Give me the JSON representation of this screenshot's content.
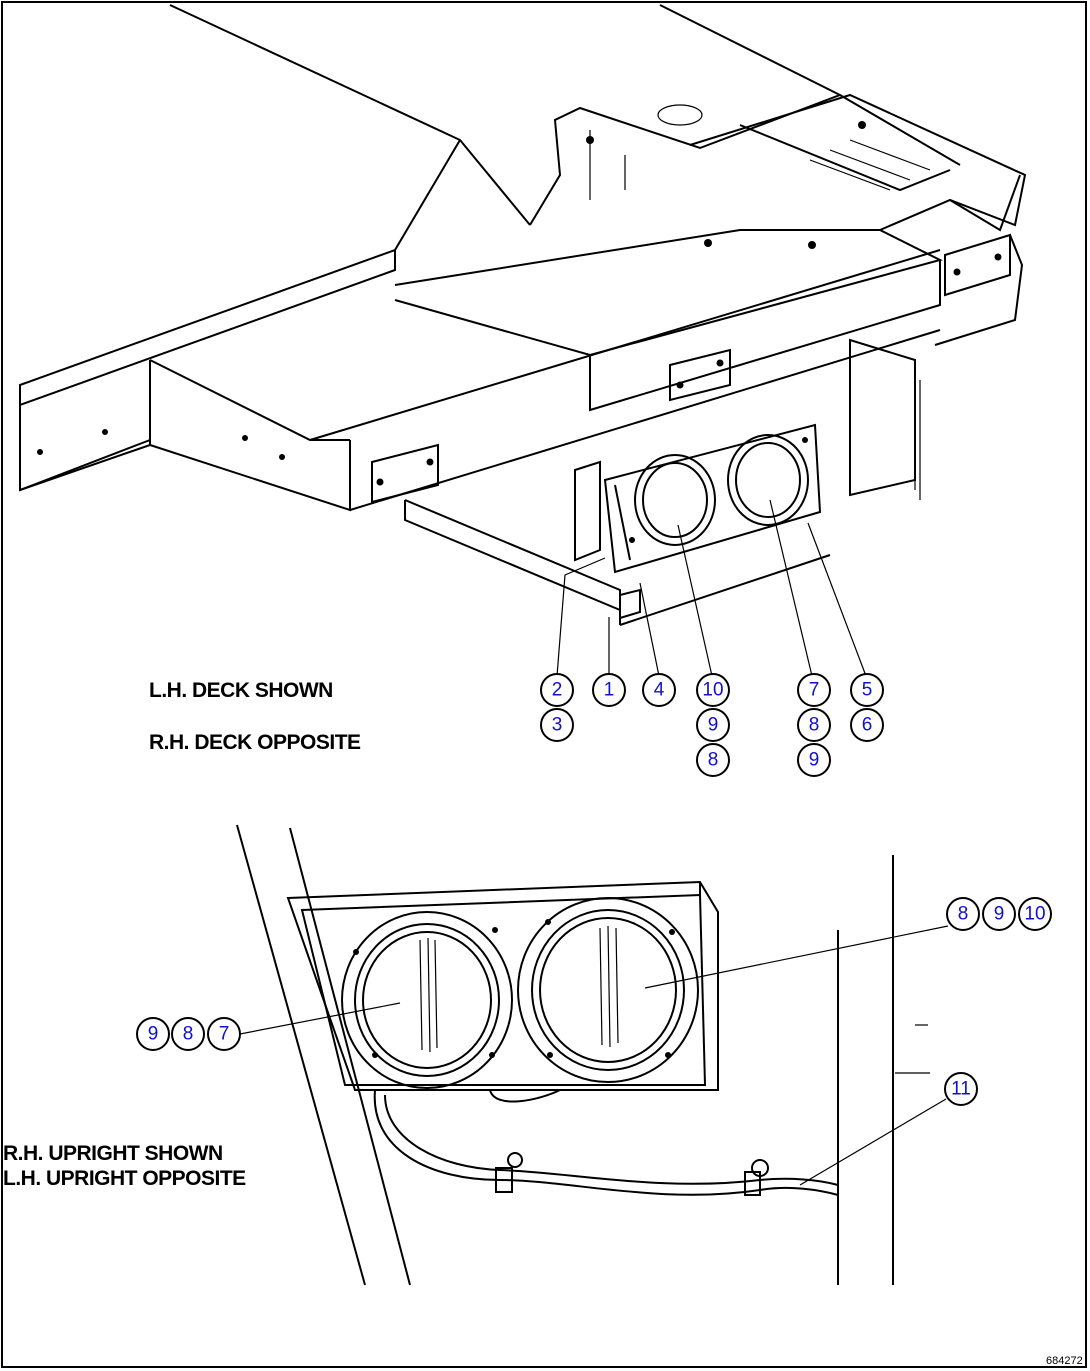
{
  "labels": {
    "lh_deck_shown": "L.H. DECK SHOWN",
    "rh_deck_opposite": "R.H. DECK OPPOSITE",
    "rh_upright_shown": "R.H. UPRIGHT SHOWN",
    "lh_upright_opposite": "L.H. UPRIGHT OPPOSITE",
    "figure_number": "684272"
  },
  "callouts_top": [
    {
      "id": "c2",
      "value": "2"
    },
    {
      "id": "c3",
      "value": "3"
    },
    {
      "id": "c1",
      "value": "1"
    },
    {
      "id": "c4",
      "value": "4"
    },
    {
      "id": "c10a",
      "value": "10"
    },
    {
      "id": "c9a",
      "value": "9"
    },
    {
      "id": "c8a",
      "value": "8"
    },
    {
      "id": "c7a",
      "value": "7"
    },
    {
      "id": "c8b",
      "value": "8"
    },
    {
      "id": "c9b",
      "value": "9"
    },
    {
      "id": "c5",
      "value": "5"
    },
    {
      "id": "c6",
      "value": "6"
    }
  ],
  "callouts_bottom": [
    {
      "id": "c8c",
      "value": "8"
    },
    {
      "id": "c9c",
      "value": "9"
    },
    {
      "id": "c10c",
      "value": "10"
    },
    {
      "id": "c9d",
      "value": "9"
    },
    {
      "id": "c8d",
      "value": "8"
    },
    {
      "id": "c7d",
      "value": "7"
    },
    {
      "id": "c11",
      "value": "11"
    }
  ],
  "colors": {
    "line": "#000000",
    "callout_number": "#1010d0",
    "background": "#ffffff"
  }
}
